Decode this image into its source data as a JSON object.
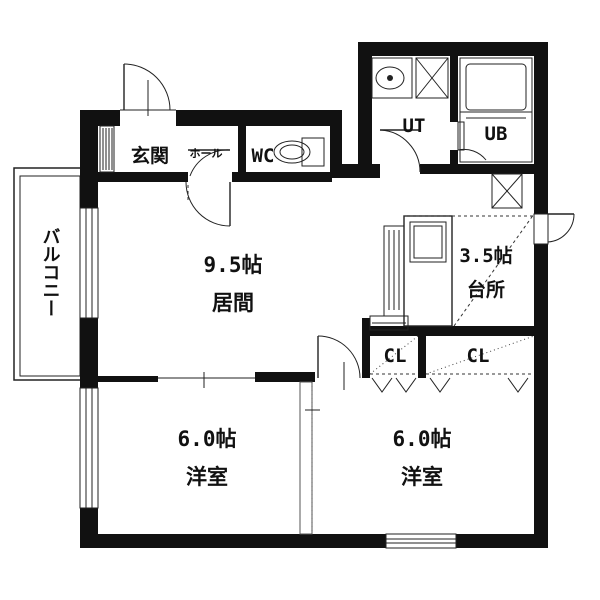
{
  "rooms": {
    "living": {
      "size": "9.5帖",
      "name": "居間"
    },
    "kitchen": {
      "size": "3.5帖",
      "name": "台所"
    },
    "western_left": {
      "size": "6.0帖",
      "name": "洋室"
    },
    "western_right": {
      "size": "6.0帖",
      "name": "洋室"
    },
    "entrance": {
      "name": "玄関"
    },
    "hall": {
      "name": "ホール"
    },
    "toilet": {
      "name": "WC"
    },
    "utility": {
      "name": "UT"
    },
    "bath": {
      "name": "UB"
    },
    "closet_1": {
      "name": "CL"
    },
    "closet_2": {
      "name": "CL"
    },
    "balcony": {
      "name": "バルコニー"
    }
  }
}
